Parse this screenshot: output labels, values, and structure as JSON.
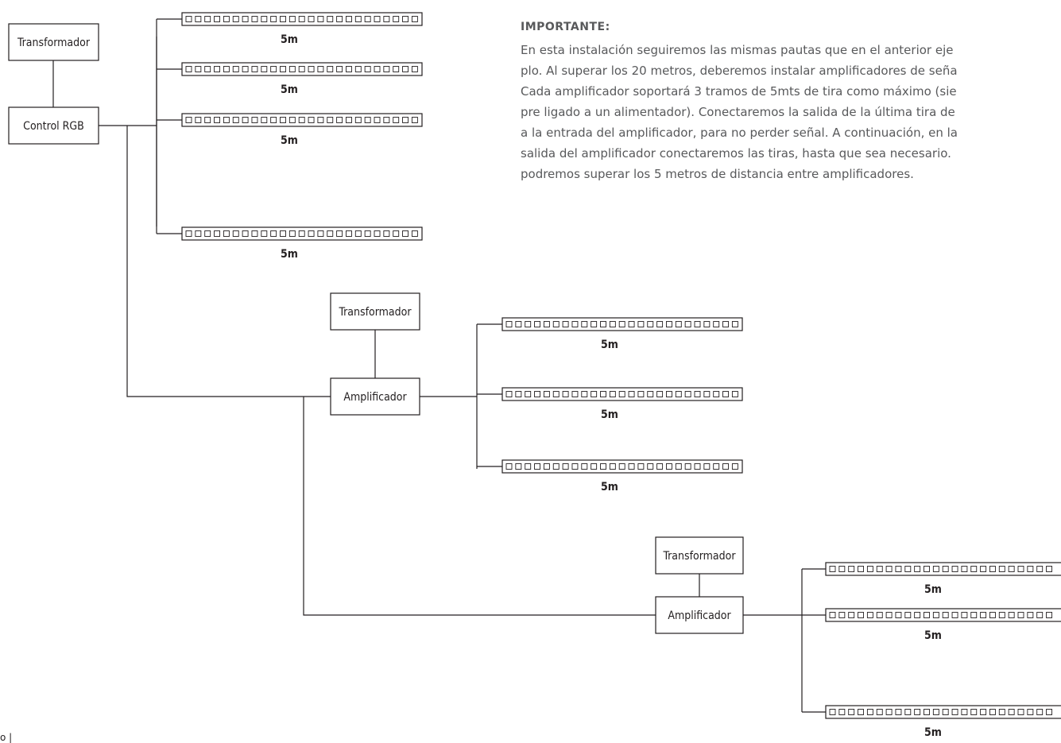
{
  "labels": {
    "transformer": "Transformador",
    "controller": "Control RGB",
    "amplifier": "Amplificador",
    "strip_length": "5m"
  },
  "note": {
    "title": "IMPORTANTE:",
    "lines": [
      "En esta instalación seguiremos las mismas pautas que en el anterior eje",
      "plo. Al superar los 20 metros, deberemos instalar amplificadores de seña",
      "Cada amplificador soportará 3 tramos de 5mts de tira como máximo (sie",
      "pre ligado a un alimentador). Conectaremos la salida de la última tira de",
      "a la entrada del amplificador, para no perder señal. A continuación, en la",
      "salida del amplificador conectaremos las tiras, hasta que sea necesario.",
      "podremos superar los 5 metros de distancia entre amplificadores."
    ]
  },
  "page_mark": "o |",
  "groups": [
    {
      "source": "controller",
      "strip_count": 4
    },
    {
      "source": "amplifier",
      "strip_count": 3
    },
    {
      "source": "amplifier",
      "strip_count": 3
    }
  ],
  "colors": {
    "line": "#231f20",
    "text": "#58595b"
  }
}
